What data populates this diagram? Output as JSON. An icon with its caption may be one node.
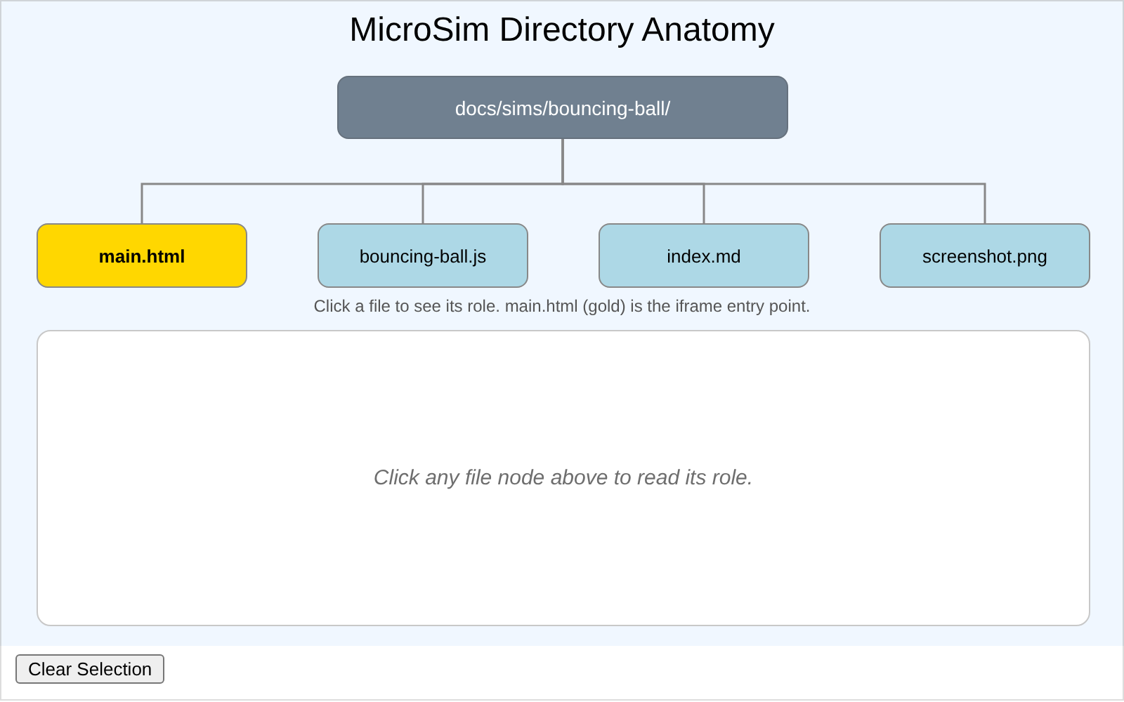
{
  "diagram": {
    "title": "MicroSim Directory Anatomy",
    "nodes": [
      {
        "text": [
          "docs/sims/bouncing-ball/"
        ]
      },
      {
        "text": [
          "main.html"
        ]
      },
      {
        "text": [
          "bouncing-ball.js"
        ]
      },
      {
        "text": [
          "index.md"
        ]
      },
      {
        "text": [
          "screenshot.png"
        ]
      },
      {
        "text": [
          "Click any file node above to read its role."
        ]
      }
    ],
    "edges": [
      {
        "from": 0,
        "to": 1,
        "arrow": "none"
      },
      {
        "from": 0,
        "to": 2,
        "arrow": "none"
      },
      {
        "from": 0,
        "to": 3,
        "arrow": "none"
      },
      {
        "from": 0,
        "to": 4,
        "arrow": "none"
      }
    ],
    "labels": [
      "Click a file to see its role. main.html (gold) is the iframe entry point.",
      "Clear Selection"
    ]
  }
}
